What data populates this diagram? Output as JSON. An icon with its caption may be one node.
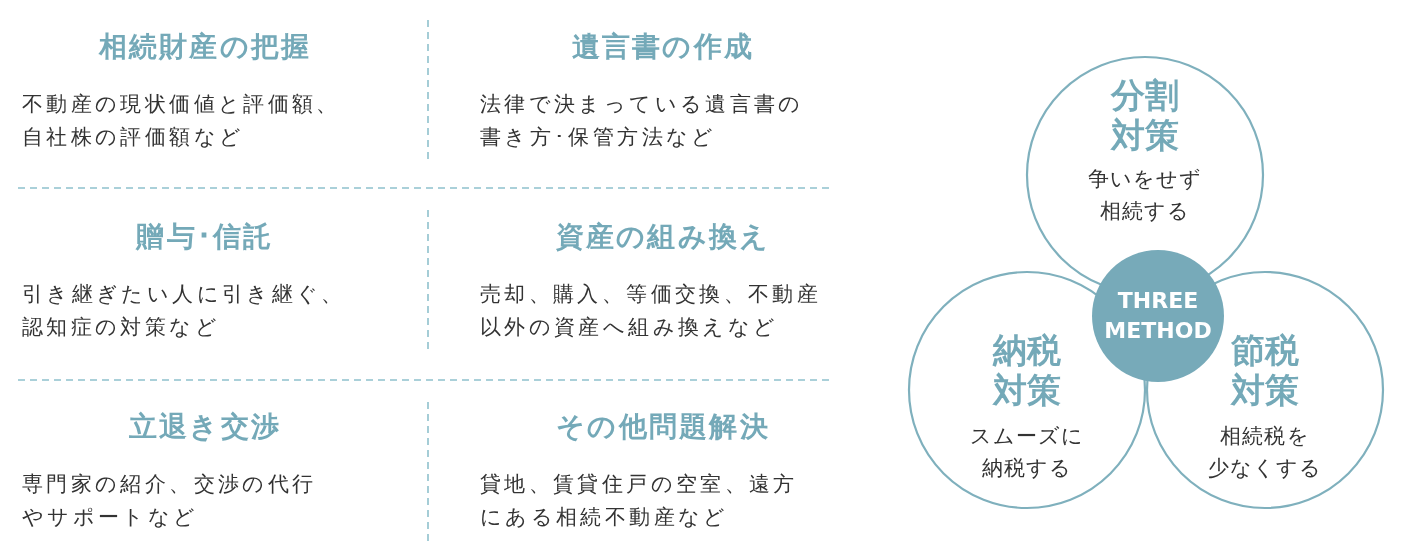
{
  "diagram": {
    "nodes": [
      {
        "text": [
          "相続財産の把握",
          "不動産の現状価値と評価額、自社株の評価額など"
        ]
      },
      {
        "text": [
          "遺言書の作成",
          "法律で決まっている遺言書の書き方･保管方法など"
        ]
      },
      {
        "text": [
          "贈与･信託",
          "引き継ぎたい人に引き継ぐ、認知症の対策など"
        ]
      },
      {
        "text": [
          "資産の組み換え",
          "売却、購入、等価交換、不動産以外の資産へ組み換えなど"
        ]
      },
      {
        "text": [
          "立退き交渉",
          "専門家の紹介、交渉の代行やサポートなど"
        ]
      },
      {
        "text": [
          "その他問題解決",
          "貸地、賃貸住戸の空室、遠方にある相続不動産など"
        ]
      },
      {
        "text": [
          "分割対策",
          "争いをせず相続する"
        ]
      },
      {
        "text": [
          "納税対策",
          "スムーズに納税する"
        ]
      },
      {
        "text": [
          "節税対策",
          "相続税を少なくする"
        ]
      },
      {
        "text": [
          "THREE METHOD"
        ]
      }
    ]
  }
}
